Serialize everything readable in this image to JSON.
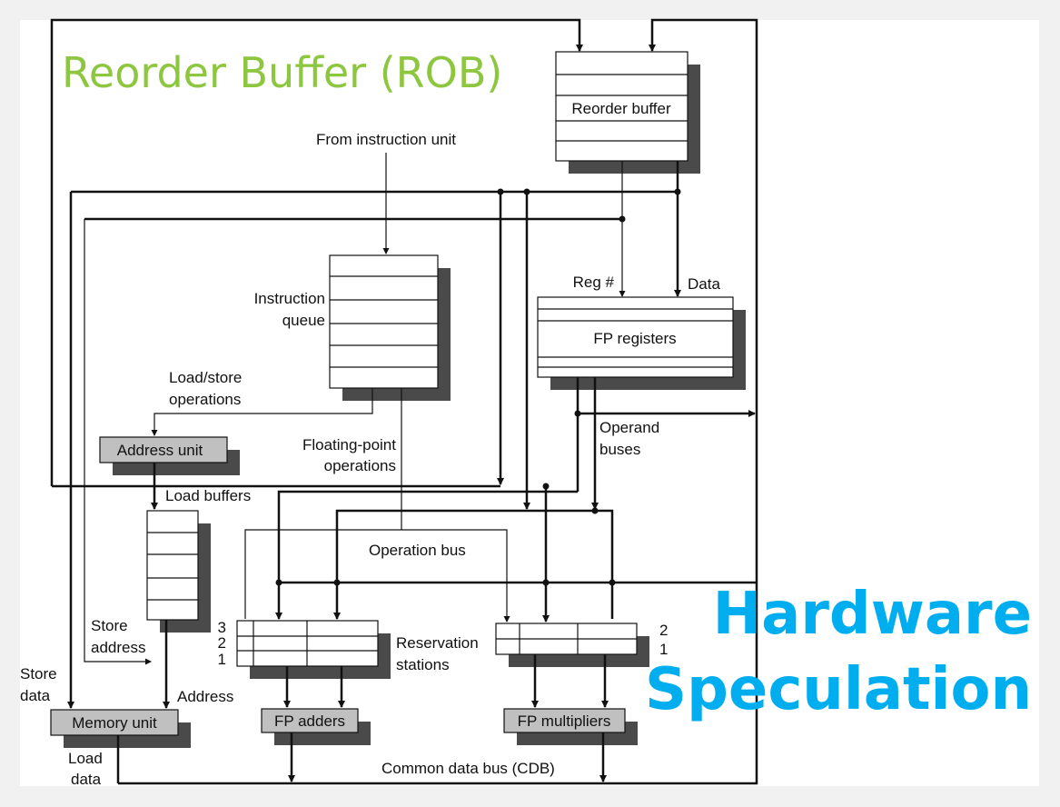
{
  "titles": {
    "rob": "Reorder Buffer (ROB)",
    "speculation_line1": "Hardware",
    "speculation_line2": "Speculation"
  },
  "colors": {
    "rob_title": "#8dc63f",
    "speculation_title": "#00aeef",
    "unit_fill": "#c0c0c0",
    "shadow": "#4a4a4a"
  },
  "units": {
    "reorder_buffer": "Reorder buffer",
    "fp_registers": "FP registers",
    "instruction_queue_line1": "Instruction",
    "instruction_queue_line2": "queue",
    "address_unit": "Address unit",
    "memory_unit": "Memory unit",
    "fp_adders": "FP adders",
    "fp_multipliers": "FP multipliers"
  },
  "labels": {
    "from_instruction_unit": "From instruction unit",
    "reg_num": "Reg #",
    "data": "Data",
    "load_store_line1": "Load/store",
    "load_store_line2": "operations",
    "operand_buses_line1": "Operand",
    "operand_buses_line2": "buses",
    "floating_point_line1": "Floating-point",
    "floating_point_line2": "operations",
    "load_buffers": "Load buffers",
    "operation_bus": "Operation bus",
    "store_address_line1": "Store",
    "store_address_line2": "address",
    "store_data_line1": "Store",
    "store_data_line2": "data",
    "address": "Address",
    "reservation_stations_line1": "Reservation",
    "reservation_stations_line2": "stations",
    "load_data_line1": "Load",
    "load_data_line2": "data",
    "cdb": "Common data bus (CDB)",
    "rs_adder_numbers": [
      "3",
      "2",
      "1"
    ],
    "rs_mult_numbers": [
      "2",
      "1"
    ]
  }
}
